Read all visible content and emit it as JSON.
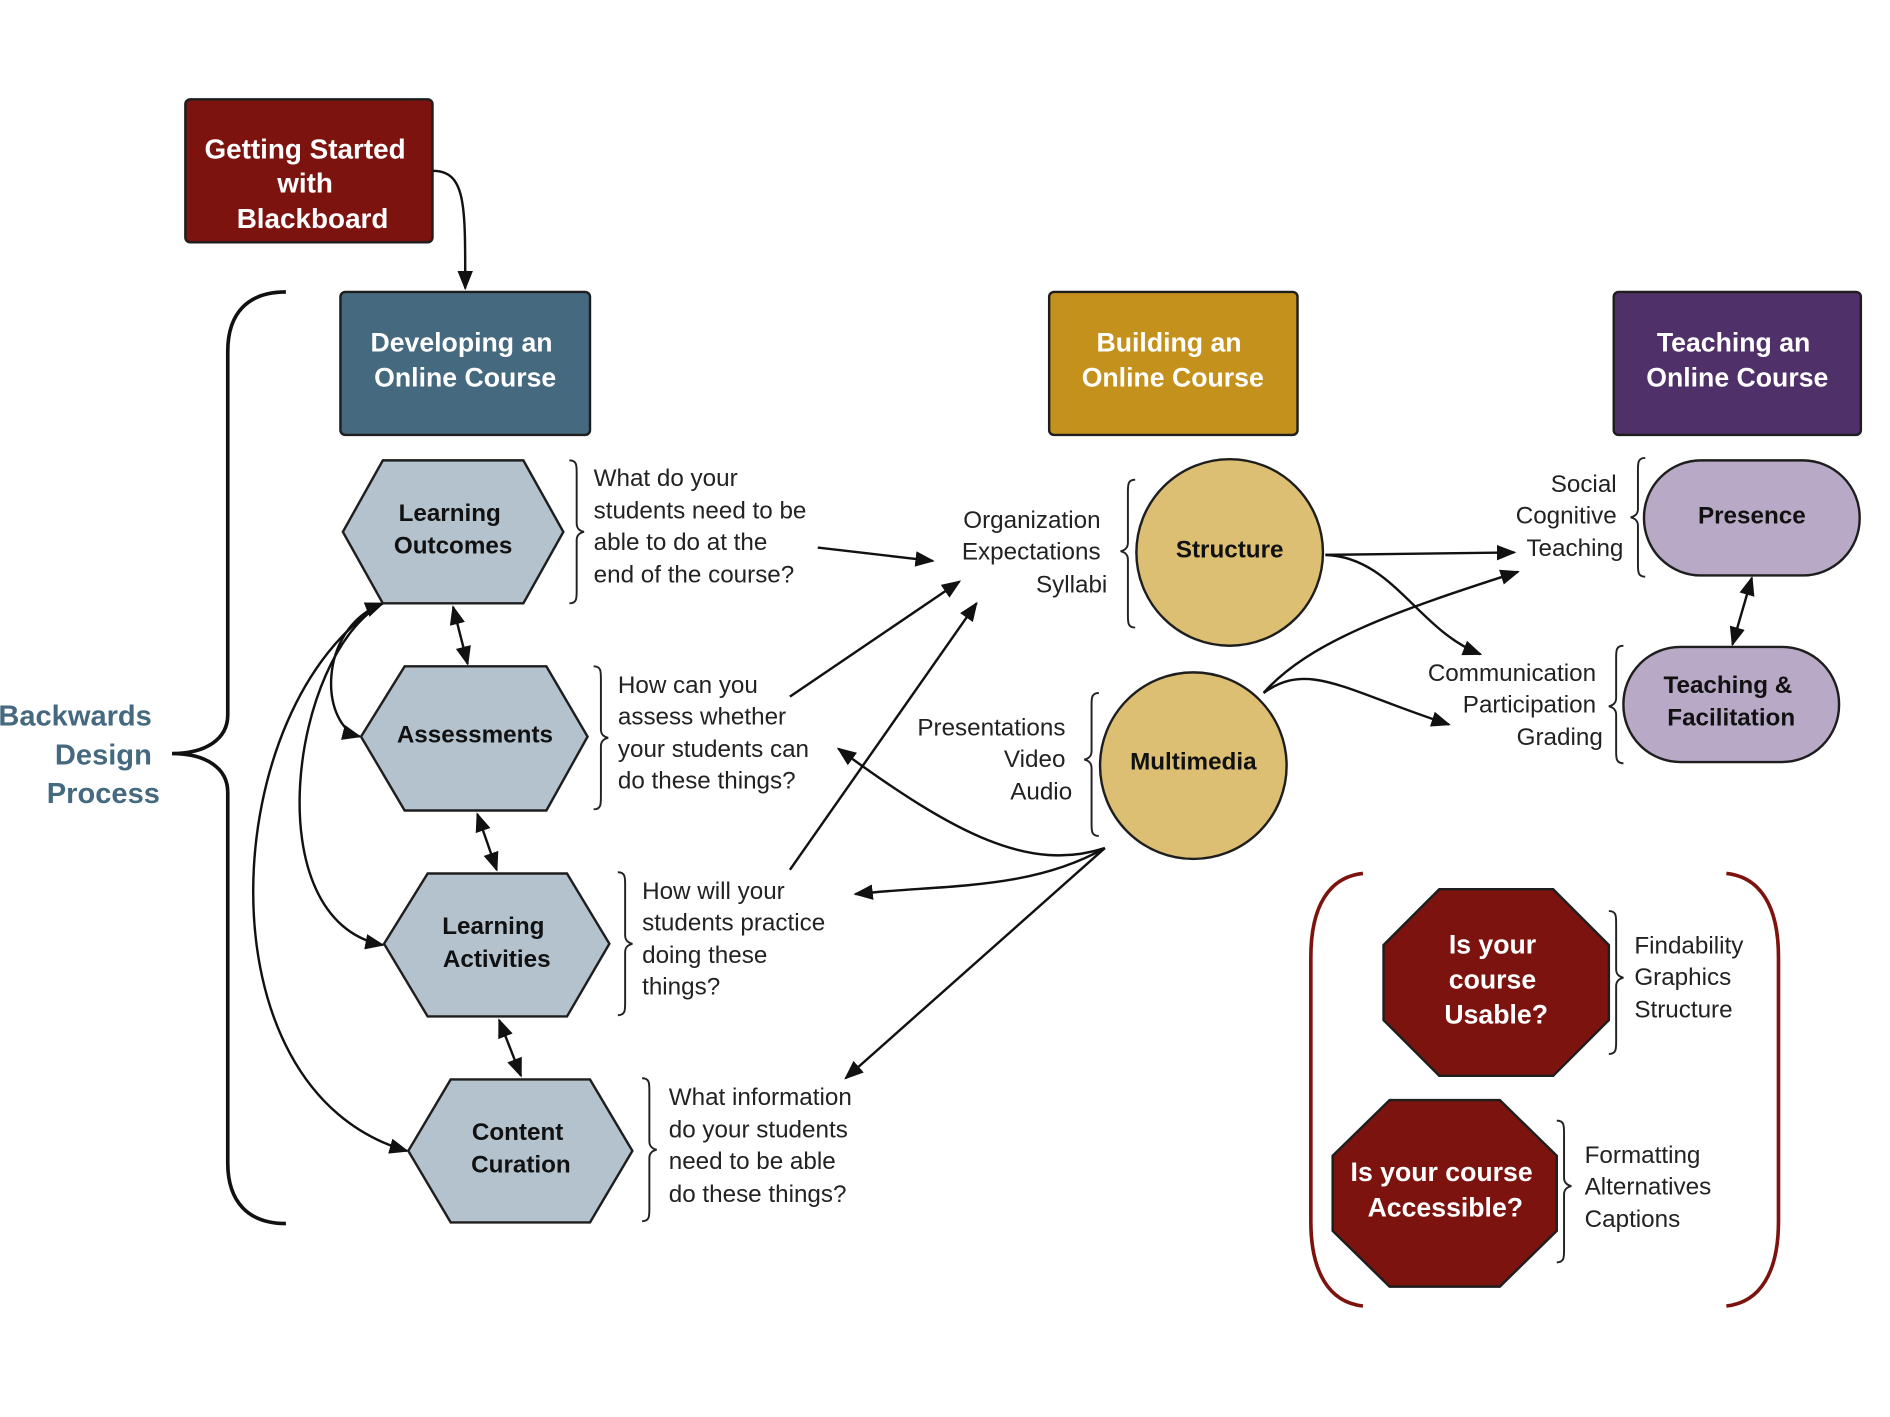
{
  "colors": {
    "getting_started": "#7c130f",
    "developing": "#45697f",
    "building": "#c4921c",
    "teaching": "#4f3068",
    "hexagon_fill": "#b3c2cc",
    "circle_fill": "#dcbf73",
    "pill_fill": "#b8a9c6",
    "stop_fill": "#7c130f",
    "bracket_red": "#7c130f",
    "label_blue": "#45697f"
  },
  "side_label": {
    "lines": [
      "Backwards",
      "Design",
      "Process"
    ]
  },
  "headers": {
    "getting_started": {
      "lines": [
        "Getting Started",
        "with",
        "Blackboard"
      ]
    },
    "developing": {
      "lines": [
        "Developing an",
        "Online Course"
      ]
    },
    "building": {
      "lines": [
        "Building an",
        "Online Course"
      ]
    },
    "teaching": {
      "lines": [
        "Teaching an",
        "Online Course"
      ]
    }
  },
  "developing_steps": [
    {
      "id": "learning-outcomes",
      "lines": [
        "Learning",
        "Outcomes"
      ],
      "question": [
        "What do your",
        "students need to be",
        "able to do at the",
        "end of the course?"
      ]
    },
    {
      "id": "assessments",
      "lines": [
        "Assessments"
      ],
      "question": [
        "How can you",
        "assess whether",
        "your students can",
        "do these things?"
      ]
    },
    {
      "id": "learning-activities",
      "lines": [
        "Learning",
        "Activities"
      ],
      "question": [
        "How will your",
        "students practice",
        "doing these",
        "things?"
      ]
    },
    {
      "id": "content-curation",
      "lines": [
        "Content",
        "Curation"
      ],
      "question": [
        "What information",
        "do your students",
        "need to be able",
        "do these things?"
      ]
    }
  ],
  "building_nodes": [
    {
      "id": "structure",
      "label": "Structure",
      "items": [
        "Organization",
        "Expectations",
        "Syllabi"
      ]
    },
    {
      "id": "multimedia",
      "label": "Multimedia",
      "items": [
        "Presentations",
        "Video",
        "Audio"
      ]
    }
  ],
  "teaching_nodes": [
    {
      "id": "presence",
      "lines": [
        "Presence"
      ],
      "items": [
        "Social",
        "Cognitive",
        "Teaching"
      ]
    },
    {
      "id": "teaching-facilitation",
      "lines": [
        "Teaching &",
        "Facilitation"
      ],
      "items": [
        "Communication",
        "Participation",
        "Grading"
      ]
    }
  ],
  "quality_checks": [
    {
      "id": "usable",
      "lines": [
        "Is your",
        "course",
        "Usable?"
      ],
      "items": [
        "Findability",
        "Graphics",
        "Structure"
      ]
    },
    {
      "id": "accessible",
      "lines": [
        "Is your course",
        "Accessible?"
      ],
      "items": [
        "Formatting",
        "Alternatives",
        "Captions"
      ]
    }
  ]
}
